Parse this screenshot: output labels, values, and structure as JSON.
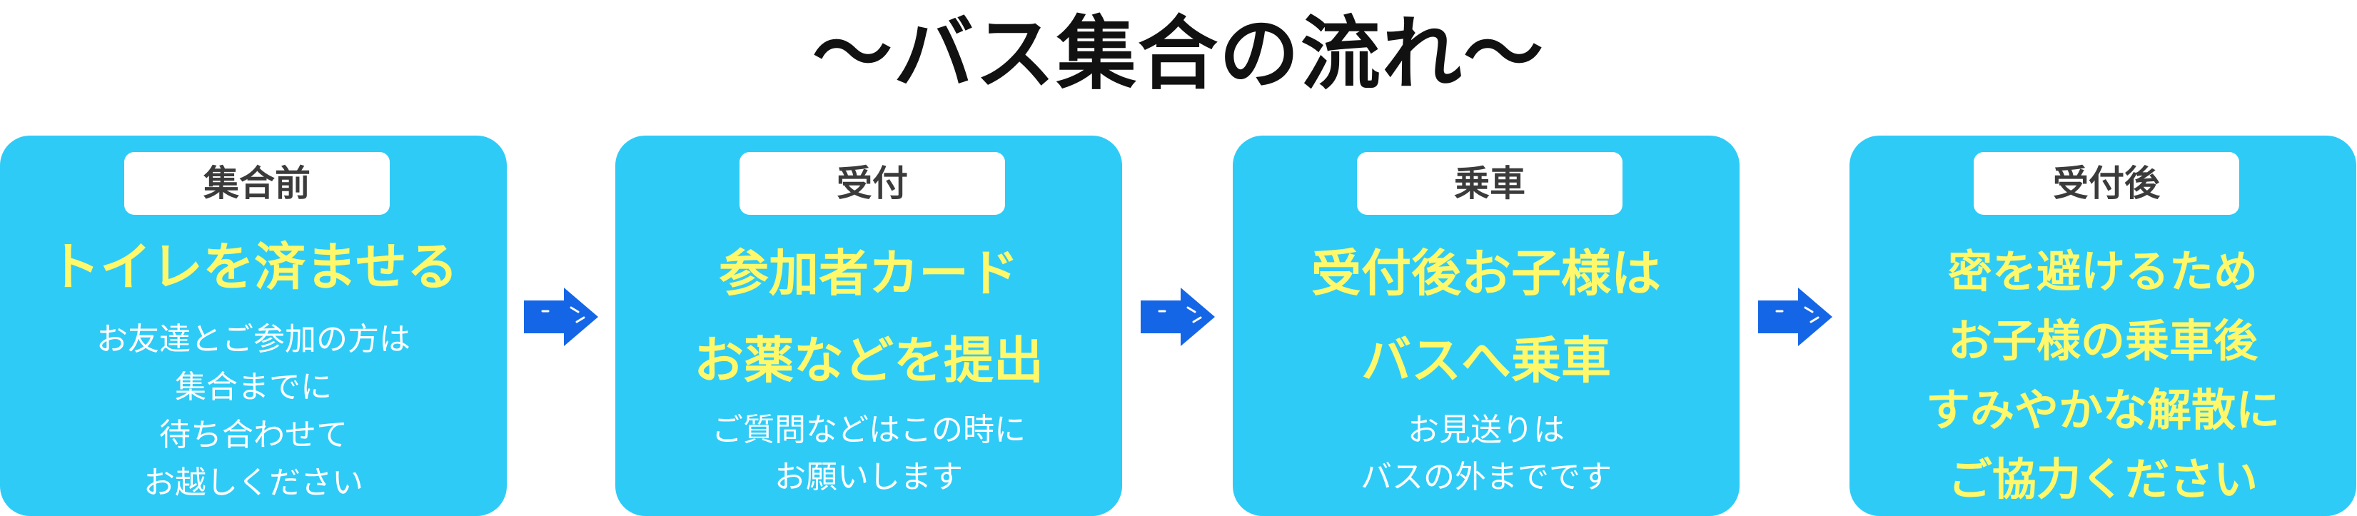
{
  "title": "〜バス集合の流れ〜",
  "colors": {
    "card": "#2ecbf7",
    "label_bg": "#ffffff",
    "label_text": "#3b3b3b",
    "main_text": "#fff86a",
    "sub_text": "#ffffff",
    "arrow": "#1566e6"
  },
  "steps": [
    {
      "label": "集合前",
      "main": [
        "トイレを済ませる"
      ],
      "sub": [
        "お友達とご参加の方は",
        "集合までに",
        "待ち合わせて",
        "お越しください"
      ]
    },
    {
      "label": "受付",
      "main": [
        "参加者カード",
        "お薬などを提出"
      ],
      "sub": [
        "ご質問などはこの時に",
        "お願いします"
      ]
    },
    {
      "label": "乗車",
      "main": [
        "受付後お子様は",
        "バスへ乗車"
      ],
      "sub": [
        "お見送りは",
        "バスの外までです"
      ]
    },
    {
      "label": "受付後",
      "main": [
        " 密を避けるため",
        "お子様の乗車後",
        "すみやかな解散に",
        "ご協力ください"
      ],
      "sub": []
    }
  ],
  "arrows": [
    {
      "icon": "right-arrow-icon"
    },
    {
      "icon": "right-arrow-icon"
    },
    {
      "icon": "right-arrow-icon"
    }
  ]
}
